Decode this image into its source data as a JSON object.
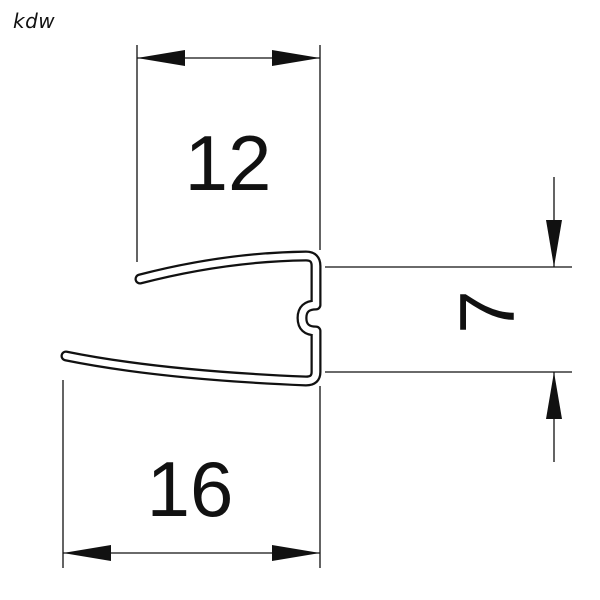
{
  "brand": "kdw",
  "dimensions": {
    "top_width": "12",
    "bottom_width": "16",
    "height": "7"
  },
  "colors": {
    "line": "#111111",
    "background": "#ffffff"
  }
}
